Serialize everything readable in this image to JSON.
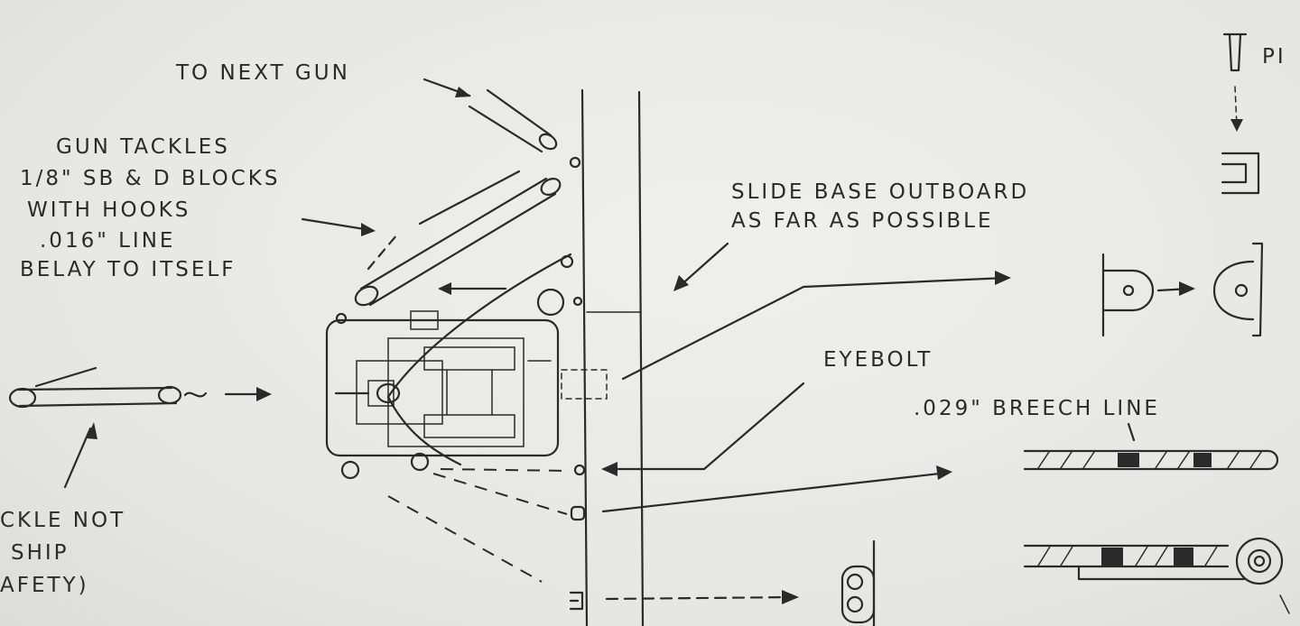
{
  "labels": {
    "to_next_gun": "TO NEXT GUN",
    "gun_tackles_1": "GUN TACKLES",
    "gun_tackles_2": "1/8\" SB & D BLOCKS",
    "gun_tackles_3": "WITH HOOKS",
    "gun_tackles_4": ".016\" LINE",
    "gun_tackles_5": "BELAY TO ITSELF",
    "slide_base_1": "SLIDE BASE OUTBOARD",
    "slide_base_2": "AS FAR AS POSSIBLE",
    "eyebolt": "EYEBOLT",
    "breech_line": ".029\" BREECH LINE",
    "pin_partial": "PI",
    "tackle_note_1": "CKLE NOT",
    "tackle_note_2": "SHIP",
    "tackle_note_3": "AFETY)"
  }
}
